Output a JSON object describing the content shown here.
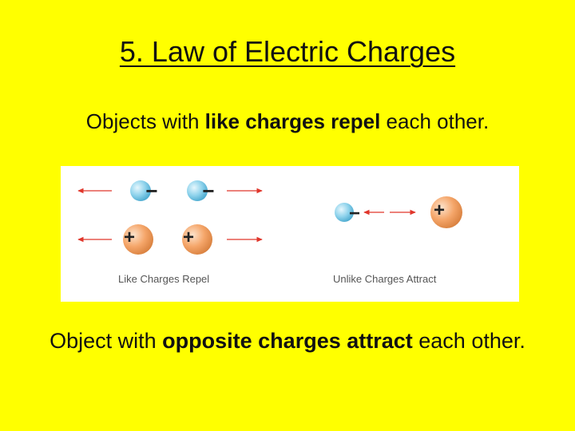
{
  "slide": {
    "title": "5. Law of Electric Charges",
    "line1": {
      "pre": "Objects with ",
      "bold": "like charges repel",
      "post": " each other."
    },
    "line2": {
      "pre": "Object with ",
      "bold": "opposite charges attract",
      "post": " each other."
    }
  },
  "figure": {
    "left_caption": "Like Charges Repel",
    "right_caption": "Unlike Charges Attract",
    "negative_symbol": "−",
    "positive_symbol": "+"
  },
  "colors": {
    "background": "#FFFF00",
    "arrow": "#e0362b",
    "negative_fill": "#8fd3ec",
    "positive_fill": "#f5a66a"
  }
}
